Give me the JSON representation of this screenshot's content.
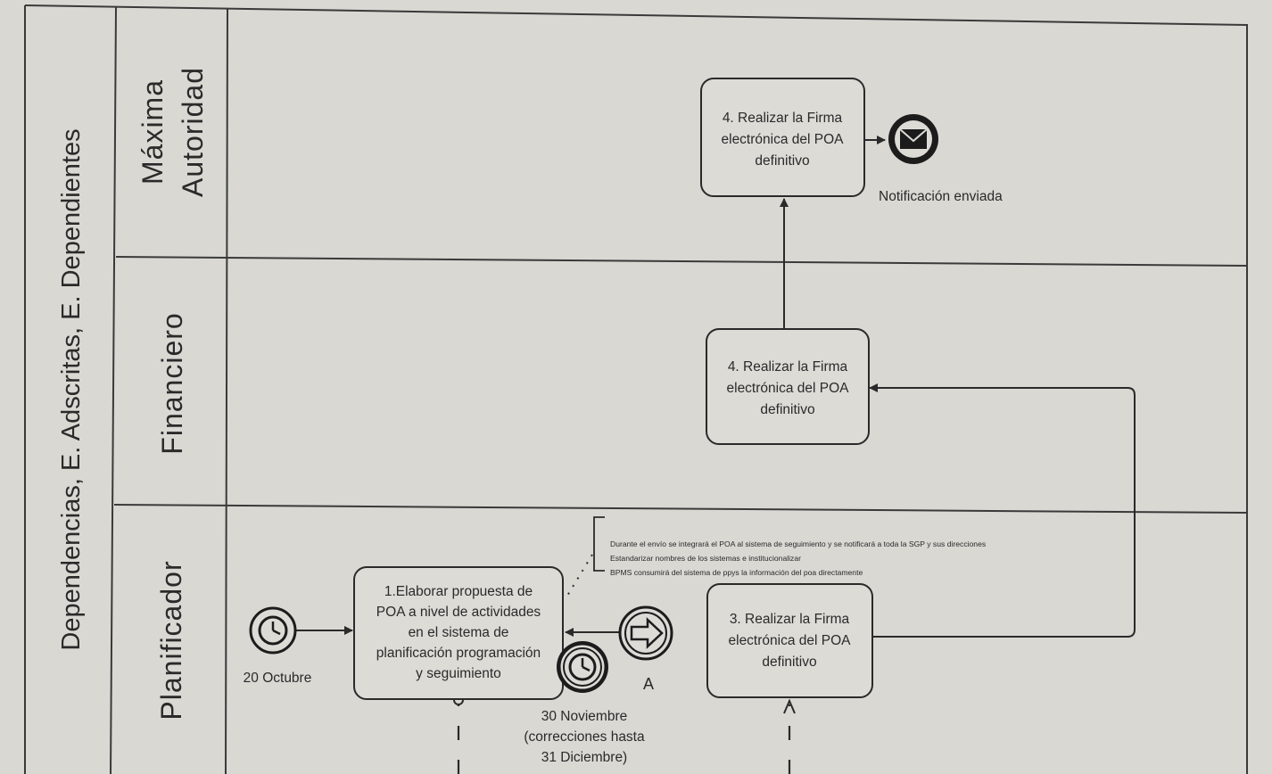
{
  "pool": {
    "label": "Dependencias, E. Adscritas, E. Dependientes"
  },
  "lanes": [
    {
      "label": "Máxima Autoridad",
      "lines": [
        "Máxima",
        "Autoridad"
      ]
    },
    {
      "label": "Financiero",
      "lines": [
        "Financiero"
      ]
    },
    {
      "label": "Planificador",
      "lines": [
        "Planificador"
      ]
    }
  ],
  "tasks": {
    "max_autoridad": {
      "lines": [
        "4. Realizar la Firma",
        "electrónica del POA",
        "definitivo"
      ]
    },
    "financiero": {
      "lines": [
        "4. Realizar la Firma",
        "electrónica del POA",
        "definitivo"
      ]
    },
    "planificador_3": {
      "lines": [
        "3. Realizar la Firma",
        "electrónica del POA",
        "definitivo"
      ]
    },
    "planificador_1": {
      "lines": [
        "1.Elaborar propuesta de",
        "POA a nivel de actividades",
        "en el sistema de",
        "planificación programación",
        "y seguimiento"
      ]
    }
  },
  "events": {
    "start_timer": {
      "label": "20 Octubre",
      "icon": "clock-icon"
    },
    "boundary_timer": {
      "lines": [
        "30 Noviembre",
        "(correcciones hasta",
        "31 Diciembre)"
      ],
      "icon": "clock-icon"
    },
    "link_event": {
      "label": "A",
      "icon": "arrow-right-icon"
    },
    "end_message": {
      "label": "Notificación enviada",
      "icon": "envelope-icon"
    }
  },
  "annotation": {
    "lines": [
      "Durante el envío se integrará el POA al sistema de seguimiento y se notificará a toda la SGP y sus direcciones",
      "Estandarizar nombres de los sistemas e institucionalizar",
      "BPMS consumirá del sistema de ppys la información del poa directamente"
    ]
  },
  "colors": {
    "paper": "#d9d8d3",
    "ink": "#2a2a2a",
    "line": "#3a3a3a"
  }
}
